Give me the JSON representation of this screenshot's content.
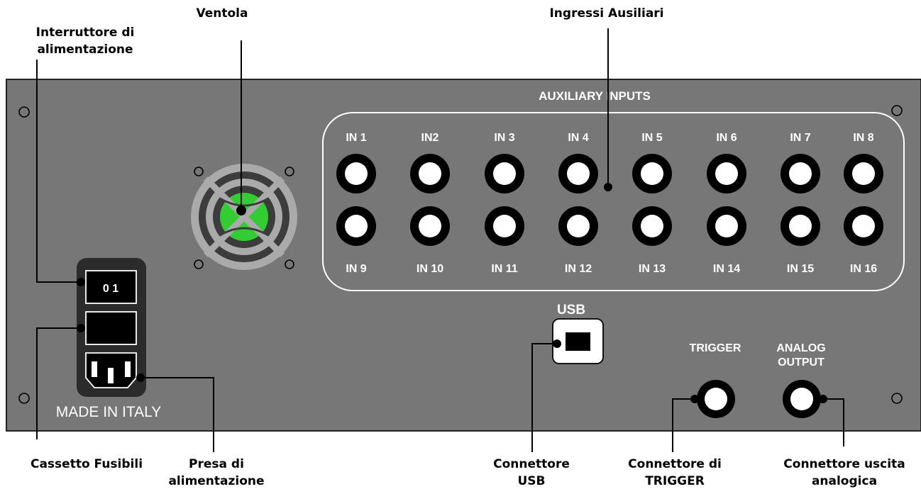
{
  "callouts": {
    "power_switch": [
      "Interruttore di",
      "alimentazione"
    ],
    "fan": "Ventola",
    "aux_inputs": "Ingressi Ausiliari",
    "fuse_drawer": "Cassetto Fusibili",
    "power_socket": [
      "Presa di",
      "alimentazione"
    ],
    "usb_connector": [
      "Connettore",
      "USB"
    ],
    "trigger_connector": [
      "Connettore di",
      "TRIGGER"
    ],
    "analog_connector": [
      "Connettore uscita",
      "analogica"
    ]
  },
  "panel": {
    "aux_title": "AUXILIARY INPUTS",
    "inputs_top": [
      "IN 1",
      "IN2",
      "IN 3",
      "IN 4",
      "IN 5",
      "IN 6",
      "IN 7",
      "IN 8"
    ],
    "inputs_bottom": [
      "IN 9",
      "IN 10",
      "IN 11",
      "IN 12",
      "IN 13",
      "IN 14",
      "IN 15",
      "IN 16"
    ],
    "switch_text": "0 1",
    "made_in": "MADE IN ITALY",
    "usb_label": "USB",
    "trigger_label": "TRIGGER",
    "analog_label": [
      "ANALOG",
      "OUTPUT"
    ]
  },
  "colors": {
    "panel": "#777777",
    "fan_center": "#33cc33",
    "fan_outer": "#aaaaaa",
    "fan_ring": "#3c3c3c"
  }
}
